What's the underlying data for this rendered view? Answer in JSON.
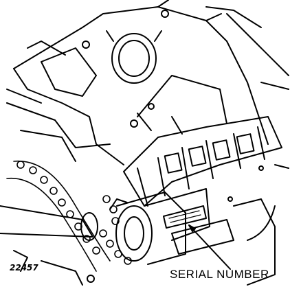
{
  "figure": {
    "number": "22457",
    "callout_label": "SERIAL NUMBER"
  },
  "colors": {
    "ink": "#000000",
    "paper": "#ffffff"
  },
  "icons": {
    "figure": "engine-chain-drive-line-drawing",
    "callout_arrow": "leader-arrow-icon"
  }
}
